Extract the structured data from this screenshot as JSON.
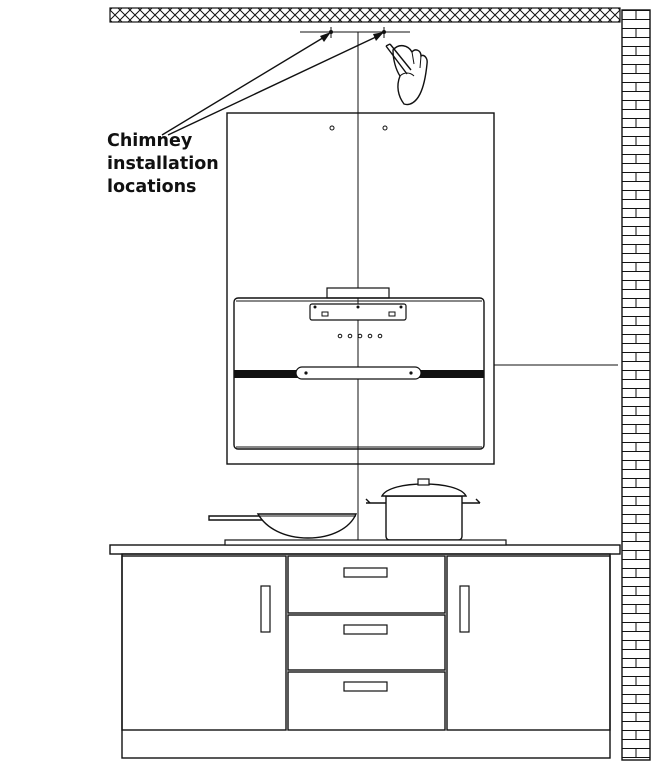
{
  "callout": {
    "lines": [
      "Chimney",
      "installation",
      "locations"
    ]
  },
  "colors": {
    "line": "#111111",
    "background": "#ffffff",
    "strip": "#111111"
  },
  "icons": [
    "hand-with-pen-icon",
    "ceiling-hatch",
    "brick-wall"
  ]
}
